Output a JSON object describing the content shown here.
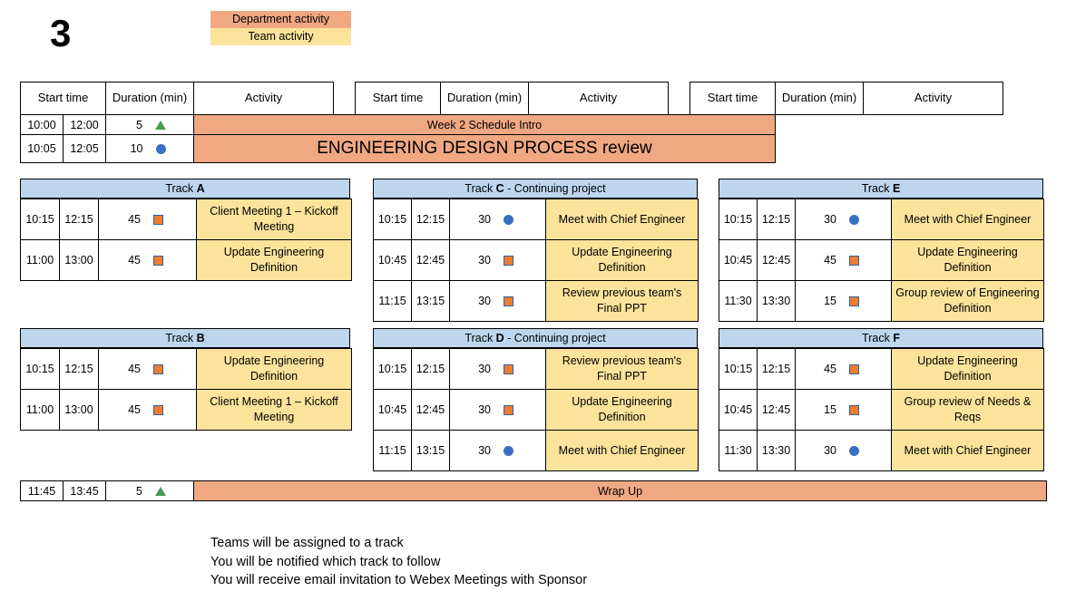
{
  "slide": {
    "number": "3"
  },
  "legend": {
    "items": [
      {
        "label": "Department activity",
        "color": "#F0A882",
        "name": "department-activity"
      },
      {
        "label": "Team activity",
        "color": "#FCE39B",
        "name": "team-activity"
      }
    ]
  },
  "columns": {
    "start_time": "Start time",
    "duration": "Duration (min)",
    "activity": "Activity"
  },
  "markers": {
    "square": "orange-square-marker",
    "circle": "blue-circle-marker",
    "triangle": "green-triangle-marker"
  },
  "top_rows": [
    {
      "start1": "10:00",
      "start2": "12:00",
      "duration": "5",
      "marker": "triangle",
      "activity": "Week 2 Schedule Intro",
      "size": "small"
    },
    {
      "start1": "10:05",
      "start2": "12:05",
      "duration": "10",
      "marker": "circle",
      "activity": "ENGINEERING DESIGN PROCESS review",
      "size": "big"
    }
  ],
  "tracks": [
    {
      "id": "track-a",
      "title_prefix": "Track ",
      "title_letter": "A",
      "title_suffix": "",
      "rows": [
        {
          "start1": "10:15",
          "start2": "12:15",
          "duration": "45",
          "marker": "square",
          "activity": "Client Meeting 1 – Kickoff Meeting"
        },
        {
          "start1": "11:00",
          "start2": "13:00",
          "duration": "45",
          "marker": "square",
          "activity": "Update Engineering Definition"
        }
      ]
    },
    {
      "id": "track-c",
      "title_prefix": "Track ",
      "title_letter": "C",
      "title_suffix": " - Continuing project",
      "rows": [
        {
          "start1": "10:15",
          "start2": "12:15",
          "duration": "30",
          "marker": "circle",
          "activity": "Meet with Chief Engineer"
        },
        {
          "start1": "10:45",
          "start2": "12:45",
          "duration": "30",
          "marker": "square",
          "activity": "Update Engineering Definition"
        },
        {
          "start1": "11:15",
          "start2": "13:15",
          "duration": "30",
          "marker": "square",
          "activity": "Review previous team's Final PPT"
        }
      ]
    },
    {
      "id": "track-e",
      "title_prefix": "Track ",
      "title_letter": "E",
      "title_suffix": "",
      "rows": [
        {
          "start1": "10:15",
          "start2": "12:15",
          "duration": "30",
          "marker": "circle",
          "activity": "Meet with Chief Engineer"
        },
        {
          "start1": "10:45",
          "start2": "12:45",
          "duration": "45",
          "marker": "square",
          "activity": "Update Engineering Definition"
        },
        {
          "start1": "11:30",
          "start2": "13:30",
          "duration": "15",
          "marker": "square",
          "activity": "Group review of Engineering Definition"
        }
      ]
    },
    {
      "id": "track-b",
      "title_prefix": "Track ",
      "title_letter": "B",
      "title_suffix": "",
      "rows": [
        {
          "start1": "10:15",
          "start2": "12:15",
          "duration": "45",
          "marker": "square",
          "activity": "Update Engineering Definition"
        },
        {
          "start1": "11:00",
          "start2": "13:00",
          "duration": "45",
          "marker": "square",
          "activity": "Client Meeting 1 – Kickoff Meeting"
        }
      ]
    },
    {
      "id": "track-d",
      "title_prefix": "Track ",
      "title_letter": "D",
      "title_suffix": " - Continuing project",
      "rows": [
        {
          "start1": "10:15",
          "start2": "12:15",
          "duration": "30",
          "marker": "square",
          "activity": "Review previous team's Final PPT"
        },
        {
          "start1": "10:45",
          "start2": "12:45",
          "duration": "30",
          "marker": "square",
          "activity": "Update Engineering Definition"
        },
        {
          "start1": "11:15",
          "start2": "13:15",
          "duration": "30",
          "marker": "circle",
          "activity": "Meet with Chief Engineer"
        }
      ]
    },
    {
      "id": "track-f",
      "title_prefix": "Track ",
      "title_letter": "F",
      "title_suffix": "",
      "rows": [
        {
          "start1": "10:15",
          "start2": "12:15",
          "duration": "45",
          "marker": "square",
          "activity": "Update Engineering Definition"
        },
        {
          "start1": "10:45",
          "start2": "12:45",
          "duration": "15",
          "marker": "square",
          "activity": "Group review of Needs & Reqs"
        },
        {
          "start1": "11:30",
          "start2": "13:30",
          "duration": "30",
          "marker": "circle",
          "activity": "Meet with Chief Engineer"
        }
      ]
    }
  ],
  "wrapup": {
    "start1": "11:45",
    "start2": "13:45",
    "duration": "5",
    "marker": "triangle",
    "activity": "Wrap Up"
  },
  "notes": [
    "Teams will be assigned to a track",
    "You will be notified which track to follow",
    "You will receive email invitation to Webex Meetings with Sponsor"
  ],
  "colors": {
    "department": "#F0A882",
    "team": "#FCE39B",
    "track_header": "#BDD6EE",
    "marker_square_fill": "#ED7D31",
    "marker_square_border": "#2E5FA3",
    "marker_circle": "#3A6FC4",
    "marker_triangle": "#4E9A51"
  }
}
